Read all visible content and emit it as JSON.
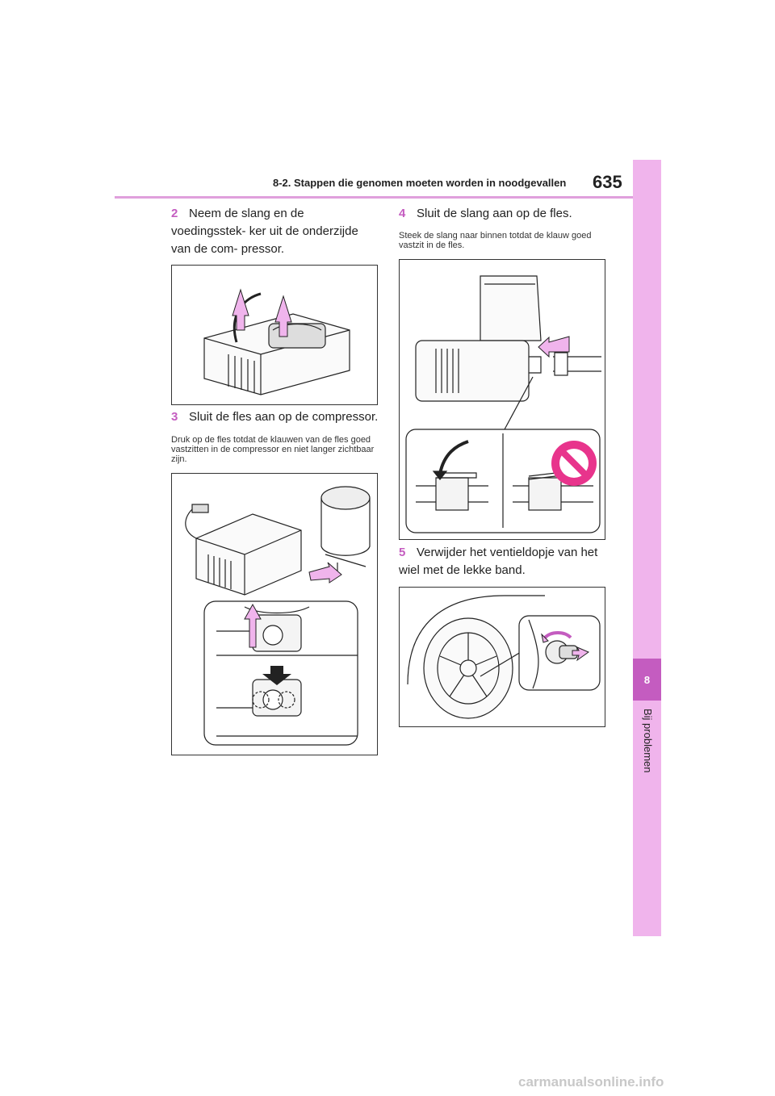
{
  "header": {
    "section_title": "8-2. Stappen die genomen moeten worden in noodgevallen",
    "page_number": "635"
  },
  "side_tab": {
    "chapter_number": "8",
    "chapter_label": "Bij problemen"
  },
  "steps": [
    {
      "num": "2",
      "text": "Neem de slang en de voedingsstek- ker uit de onderzijde van de com- pressor."
    },
    {
      "num": "3",
      "text": "Sluit de fles aan op de compressor.",
      "note": "Druk op de fles totdat de klauwen van de fles goed vastzitten in de compressor en niet langer zichtbaar zijn."
    },
    {
      "num": "4",
      "text": "Sluit de slang aan op de fles.",
      "note": "Steek de slang naar binnen totdat de klauw goed vastzit in de fles."
    },
    {
      "num": "5",
      "text": "Verwijder het ventieldopje van het wiel met de lekke band."
    }
  ],
  "colors": {
    "accent": "#c45cc0",
    "tab": "#f0b4ec",
    "arrow": "#f0b4ec",
    "prohibited": "#e8348c"
  },
  "watermark": "carmanualsonline.info"
}
